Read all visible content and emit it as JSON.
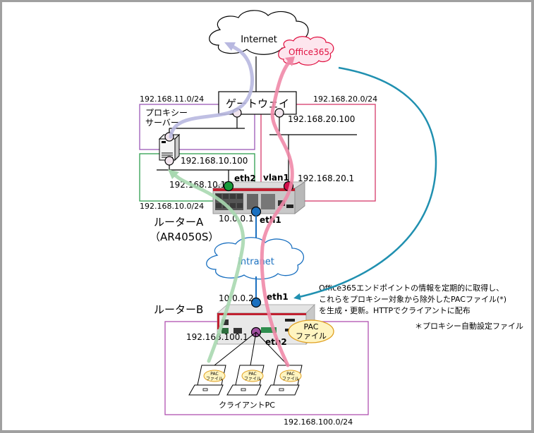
{
  "clouds": {
    "internet": "Internet",
    "office365": "Office365",
    "intranet": "Intranet"
  },
  "gateway": {
    "label": "ゲートウェイ"
  },
  "proxy": {
    "label_line1": "プロキシー",
    "label_line2": "サーバー",
    "ip": "192.168.10.100"
  },
  "networks": {
    "net11": "192.168.11.0/24",
    "net20": "192.168.20.0/24",
    "net10": "192.168.10.0/24",
    "net100": "192.168.100.0/24"
  },
  "gateway_ip_20": "192.168.20.100",
  "router_a": {
    "name": "ルーターA",
    "model": "（AR4050S）",
    "eth2_label": "eth2",
    "eth2_ip": "192.168.10.1",
    "vlan1_label": "vlan1",
    "vlan1_ip": "192.168.20.1",
    "eth1_label": "eth1",
    "eth1_ip": "10.0.0.1"
  },
  "router_b": {
    "name": "ルーターB",
    "eth1_label": "eth1",
    "eth1_ip": "10.0.0.2",
    "eth2_label": "eth2",
    "eth2_ip": "192.168.100.1"
  },
  "pac": {
    "line1": "PAC",
    "line2": "ファイル"
  },
  "clients": {
    "label": "クライアントPC",
    "pac_small_line1": "PAC",
    "pac_small_line2": "ファイル"
  },
  "note": {
    "line1": "Office365エンドポイントの情報を定期的に取得し、",
    "line2": "これらをプロキシー対象から除外したPACファイル(*)",
    "line3": "を生成・更新。HTTPでクライアントに配布",
    "footnote": "＊プロキシー自動設定ファイル"
  },
  "colors": {
    "proxy_flow": "#b8b8e0",
    "office_flow": "#f08aa8",
    "intranet_flow": "#a8d8b0",
    "pac_flow": "#2090b0",
    "net11_border": "#9b59b6",
    "net20_border": "#d63a6a",
    "net10_border": "#2e9e4e",
    "net100_border": "#b050b0",
    "eth2_port": "#1a9a3a",
    "vlan1_port": "#d0104a",
    "eth1_port": "#1a70c0",
    "eth2b_port": "#a050a0"
  }
}
